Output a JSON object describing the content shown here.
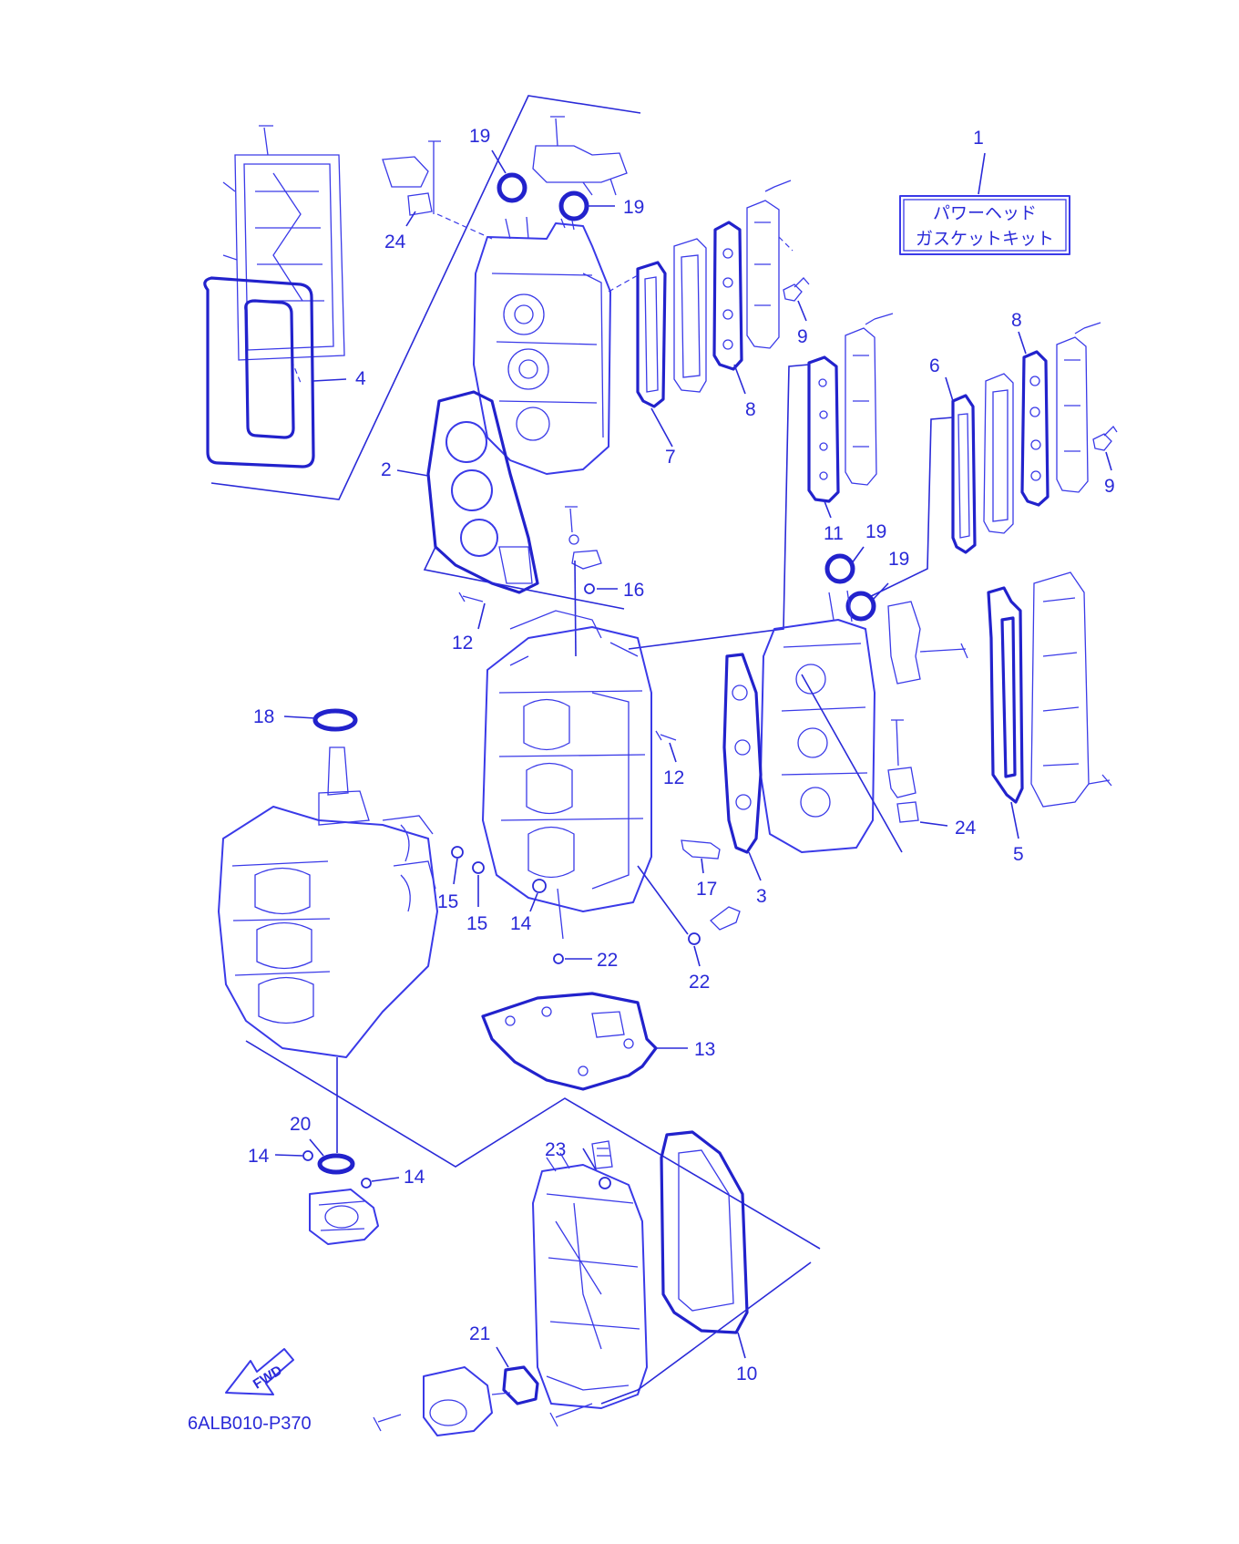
{
  "kit_box": {
    "callout": "1",
    "line1": "パワーヘッド",
    "line2": "ガスケットキット"
  },
  "callouts": {
    "c2": "2",
    "c3": "3",
    "c4": "4",
    "c5": "5",
    "c6": "6",
    "c7": "7",
    "c8a": "8",
    "c8b": "8",
    "c9a": "9",
    "c9b": "9",
    "c10": "10",
    "c11": "11",
    "c12a": "12",
    "c12b": "12",
    "c13": "13",
    "c14a": "14",
    "c14b": "14",
    "c14c": "14",
    "c15a": "15",
    "c15b": "15",
    "c16": "16",
    "c17": "17",
    "c18": "18",
    "c19a": "19",
    "c19b": "19",
    "c19c": "19",
    "c19d": "19",
    "c20": "20",
    "c21": "21",
    "c22a": "22",
    "c22b": "22",
    "c23": "23",
    "c24a": "24",
    "c24b": "24"
  },
  "fwd_arrow": {
    "label": "FWD"
  },
  "diagram_code": "6ALB010-P370",
  "colors": {
    "line": "#3a3ae8",
    "text": "#2a2ad8",
    "background": "#ffffff"
  }
}
